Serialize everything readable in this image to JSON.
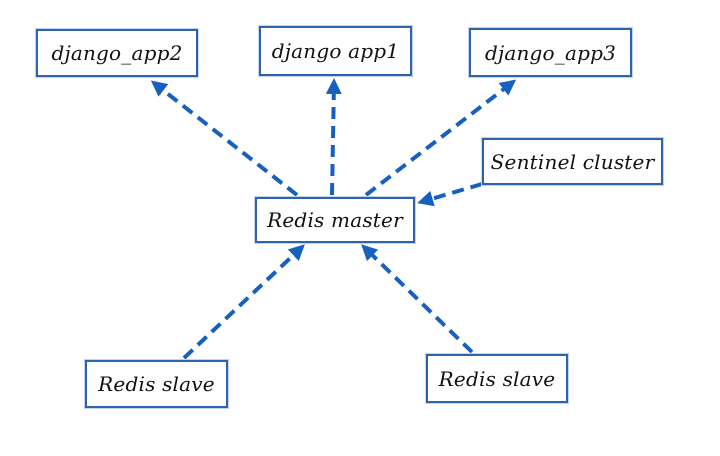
{
  "diagram": {
    "nodes": [
      {
        "id": "django_app2",
        "label": "django_app2"
      },
      {
        "id": "django_app1",
        "label": "django app1"
      },
      {
        "id": "django_app3",
        "label": "django_app3"
      },
      {
        "id": "sentinel_cluster",
        "label": "Sentinel cluster"
      },
      {
        "id": "redis_master",
        "label": "Redis master"
      },
      {
        "id": "redis_slave_left",
        "label": "Redis slave"
      },
      {
        "id": "redis_slave_right",
        "label": "Redis slave"
      }
    ],
    "edges": [
      {
        "from": "redis_master",
        "to": "django_app2"
      },
      {
        "from": "redis_master",
        "to": "django_app1"
      },
      {
        "from": "redis_master",
        "to": "django_app3"
      },
      {
        "from": "sentinel_cluster",
        "to": "redis_master"
      },
      {
        "from": "redis_slave_left",
        "to": "redis_master"
      },
      {
        "from": "redis_slave_right",
        "to": "redis_master"
      }
    ],
    "colors": {
      "box_border": "#2e63ad",
      "arrow": "#1660bf",
      "text": "#111111",
      "background": "#ffffff"
    },
    "line_style": "dashed"
  }
}
